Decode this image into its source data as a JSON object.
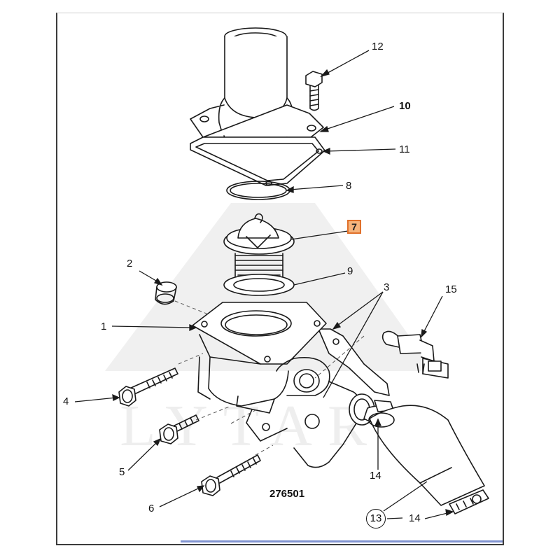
{
  "diagram": {
    "drawing_number": "276501",
    "watermark_text": "LYTARA",
    "highlight_color": "#f6b47c",
    "highlight_border": "#e0702a",
    "selected_callout": "7",
    "callouts": {
      "c1": "1",
      "c2": "2",
      "c3": "3",
      "c4": "4",
      "c5": "5",
      "c6": "6",
      "c7": "7",
      "c8": "8",
      "c9": "9",
      "c10": "10",
      "c11": "11",
      "c12": "12",
      "c13": "13",
      "c14a": "14",
      "c14b": "14",
      "c15": "15"
    },
    "parts": [
      {
        "id": "1",
        "part": "thermostat-housing-icon"
      },
      {
        "id": "2",
        "part": "plug-icon"
      },
      {
        "id": "3",
        "part": "gasket-icon"
      },
      {
        "id": "4",
        "part": "long-bolt-icon"
      },
      {
        "id": "5",
        "part": "short-bolt-icon"
      },
      {
        "id": "6",
        "part": "long-bolt-icon"
      },
      {
        "id": "7",
        "part": "thermostat-icon"
      },
      {
        "id": "8",
        "part": "o-ring-icon"
      },
      {
        "id": "9",
        "part": "seal-ring-icon"
      },
      {
        "id": "10",
        "part": "outlet-elbow-icon"
      },
      {
        "id": "11",
        "part": "flange-gasket-icon"
      },
      {
        "id": "12",
        "part": "bolt-icon"
      },
      {
        "id": "13",
        "part": "hose-icon"
      },
      {
        "id": "14",
        "part": "hose-clamp-icon"
      },
      {
        "id": "15",
        "part": "temperature-sensor-icon"
      }
    ]
  }
}
